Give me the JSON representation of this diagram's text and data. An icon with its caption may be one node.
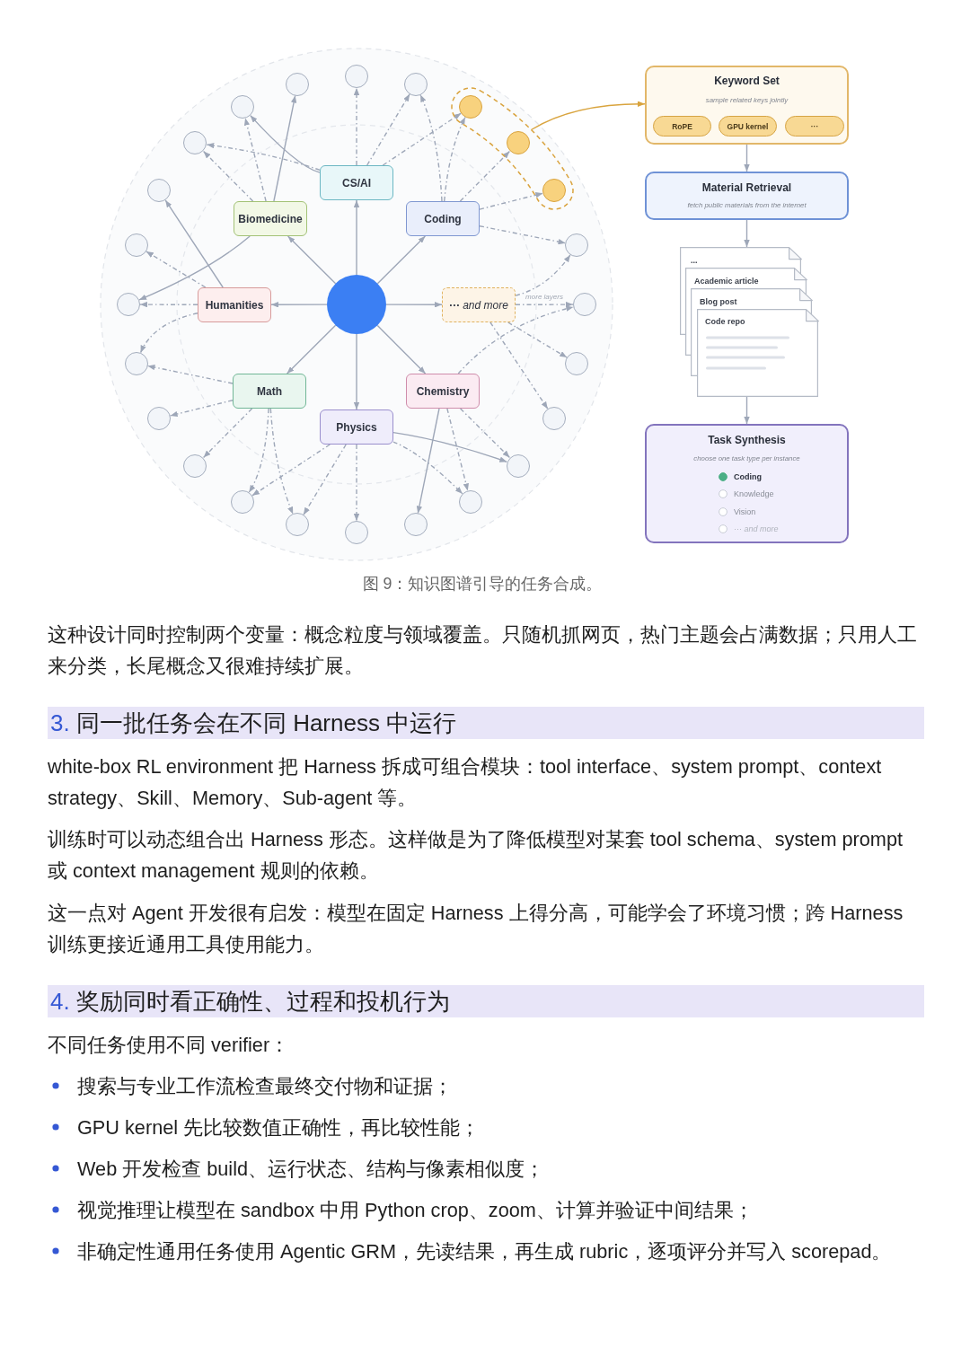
{
  "diagram": {
    "caption": "图 9：知识图谱引导的任务合成。",
    "nodes": [
      {
        "text": [],
        "shape": "circle"
      },
      {
        "text": [
          "CS/AI"
        ]
      },
      {
        "text": [
          "Biomedicine"
        ]
      },
      {
        "text": [
          "Coding"
        ]
      },
      {
        "text": [
          "Humanities"
        ]
      },
      {
        "text": [
          "··· *and more*"
        ]
      },
      {
        "text": [
          "Math"
        ]
      },
      {
        "text": [
          "Chemistry"
        ]
      },
      {
        "text": [
          "Physics"
        ]
      },
      {
        "text": [],
        "shape": "circle"
      },
      {
        "text": [],
        "shape": "circle"
      },
      {
        "text": [],
        "shape": "capsule"
      },
      {
        "text": [],
        "shape": "circle",
        "in": 11
      },
      {
        "text": [],
        "shape": "circle",
        "in": 11
      },
      {
        "text": [],
        "shape": "circle",
        "in": 11
      },
      {
        "text": [],
        "shape": "circle"
      },
      {
        "text": [],
        "shape": "circle"
      },
      {
        "text": [],
        "shape": "circle"
      },
      {
        "text": [],
        "shape": "circle"
      },
      {
        "text": [],
        "shape": "circle"
      },
      {
        "text": [],
        "shape": "circle"
      },
      {
        "text": [],
        "shape": "circle"
      },
      {
        "text": [],
        "shape": "circle"
      },
      {
        "text": [],
        "shape": "circle"
      },
      {
        "text": [],
        "shape": "circle"
      },
      {
        "text": [],
        "shape": "circle"
      },
      {
        "text": [],
        "shape": "circle"
      },
      {
        "text": [],
        "shape": "circle"
      },
      {
        "text": [],
        "shape": "circle"
      },
      {
        "text": [],
        "shape": "circle"
      },
      {
        "text": [],
        "shape": "circle"
      },
      {
        "text": [],
        "shape": "circle"
      },
      {
        "text": [],
        "shape": "circle"
      },
      {
        "text": [],
        "shape": "circle"
      },
      {
        "text": [
          "Keyword Set",
          "sample related keys jointly"
        ]
      },
      {
        "text": [
          "RoPE"
        ],
        "in": 34
      },
      {
        "text": [
          "GPU kernel"
        ],
        "in": 34
      },
      {
        "text": [
          "···"
        ],
        "in": 34
      },
      {
        "text": [
          "Material Retrieval",
          "fetch public materials from the internet"
        ]
      },
      {
        "text": [
          "..."
        ]
      },
      {
        "text": [
          "Academic article"
        ]
      },
      {
        "text": [
          "Blog post"
        ]
      },
      {
        "text": [
          "Code repo"
        ]
      },
      {
        "text": [
          "Task Synthesis",
          "choose one task type per instance",
          "Coding",
          "Knowledge",
          "Vision",
          "··· *and more*"
        ]
      }
    ],
    "edges": [
      {
        "from": 0,
        "to": 1,
        "arrow": "to"
      },
      {
        "from": 0,
        "to": 2,
        "arrow": "to"
      },
      {
        "from": 0,
        "to": 3,
        "arrow": "to"
      },
      {
        "from": 0,
        "to": 4,
        "arrow": "to"
      },
      {
        "from": 0,
        "to": 5,
        "arrow": "to"
      },
      {
        "from": 0,
        "to": 6,
        "arrow": "to"
      },
      {
        "from": 0,
        "to": 7,
        "arrow": "to"
      },
      {
        "from": 0,
        "to": 8,
        "arrow": "to"
      },
      {
        "from": 1,
        "to": 9,
        "arrow": "to",
        "style": "dashed"
      },
      {
        "from": 1,
        "to": 10,
        "arrow": "to",
        "style": "dashed"
      },
      {
        "from": 1,
        "to": 12,
        "arrow": "to",
        "style": "dashed"
      },
      {
        "from": 1,
        "to": 32,
        "arrow": "to"
      },
      {
        "from": 1,
        "to": 31,
        "arrow": "to",
        "style": "dashed"
      },
      {
        "from": 2,
        "to": 33,
        "arrow": "to"
      },
      {
        "from": 2,
        "to": 32,
        "arrow": "to",
        "style": "dashed"
      },
      {
        "from": 2,
        "to": 31,
        "arrow": "to",
        "style": "dashed"
      },
      {
        "from": 2,
        "to": 28,
        "arrow": "to"
      },
      {
        "from": 3,
        "to": 10,
        "arrow": "to",
        "style": "dashed"
      },
      {
        "from": 3,
        "to": 12,
        "arrow": "to",
        "style": "dashed"
      },
      {
        "from": 3,
        "to": 13,
        "arrow": "to",
        "style": "dashed"
      },
      {
        "from": 3,
        "to": 14,
        "arrow": "to",
        "style": "dashed"
      },
      {
        "from": 3,
        "to": 15,
        "arrow": "to",
        "style": "dashed"
      },
      {
        "from": 4,
        "to": 30,
        "arrow": "to"
      },
      {
        "from": 4,
        "to": 29,
        "arrow": "to",
        "style": "dashed"
      },
      {
        "from": 4,
        "to": 28,
        "arrow": "to",
        "style": "dashed"
      },
      {
        "from": 4,
        "to": 27,
        "arrow": "to",
        "style": "dashed"
      },
      {
        "from": 5,
        "to": 16,
        "arrow": "to",
        "style": "dashed",
        "label": "more layers"
      },
      {
        "from": 5,
        "to": 17,
        "arrow": "to",
        "style": "dashed"
      },
      {
        "from": 5,
        "to": 18,
        "arrow": "to",
        "style": "dashed"
      },
      {
        "from": 5,
        "to": 15,
        "arrow": "to",
        "style": "dashed"
      },
      {
        "from": 6,
        "to": 27,
        "arrow": "to",
        "style": "dashed"
      },
      {
        "from": 6,
        "to": 26,
        "arrow": "to",
        "style": "dashed"
      },
      {
        "from": 6,
        "to": 25,
        "arrow": "to",
        "style": "dashed"
      },
      {
        "from": 6,
        "to": 24,
        "arrow": "to",
        "style": "dashed"
      },
      {
        "from": 6,
        "to": 23,
        "arrow": "to",
        "style": "dashed"
      },
      {
        "from": 7,
        "to": 21,
        "arrow": "to"
      },
      {
        "from": 7,
        "to": 20,
        "arrow": "to",
        "style": "dashed"
      },
      {
        "from": 7,
        "to": 19,
        "arrow": "to",
        "style": "dashed"
      },
      {
        "from": 7,
        "to": 16,
        "arrow": "to",
        "style": "dashed"
      },
      {
        "from": 8,
        "to": 24,
        "arrow": "to",
        "style": "dashed"
      },
      {
        "from": 8,
        "to": 23,
        "arrow": "to",
        "style": "dashed"
      },
      {
        "from": 8,
        "to": 22,
        "arrow": "to",
        "style": "dashed"
      },
      {
        "from": 8,
        "to": 20,
        "arrow": "to",
        "style": "dashed"
      },
      {
        "from": 8,
        "to": 19,
        "arrow": "to"
      },
      {
        "from": 11,
        "to": 34,
        "arrow": "to",
        "color": "#d9a43e"
      },
      {
        "from": 34,
        "to": 38,
        "arrow": "to"
      },
      {
        "from": 38,
        "to": 39,
        "arrow": "to"
      },
      {
        "from": 42,
        "to": 43,
        "arrow": "to"
      }
    ],
    "labels": [
      "这种设计同时控制两个变量：概念粒度与领域覆盖。只随机抓网页，热门主题会占满数据；只用人工来分类，长尾概念又很难持续扩展。",
      "3. 同一批任务会在不同 Harness 中运行",
      "white-box RL environment 把 Harness 拆成可组合模块：tool interface、system prompt、context strategy、Skill、Memory、Sub-agent 等。",
      "训练时可以动态组合出 Harness 形态。这样做是为了降低模型对某套 tool schema、system prompt 或 context management 规则的依赖。",
      "这一点对 Agent 开发很有启发：模型在固定 Harness 上得分高，可能学会了环境习惯；跨 Harness 训练更接近通用工具使用能力。",
      "4. 奖励同时看正确性、过程和投机行为",
      "不同任务使用不同 verifier：",
      "搜索与专业工作流检查最终交付物和证据；",
      "GPU kernel 先比较数值正确性，再比较性能；",
      "Web 开发检查 build、运行状态、结构与像素相似度；",
      "视觉推理让模型在 sandbox 中用 Python crop、zoom、计算并验证中间结果；",
      "非确定性通用任务使用 Agentic GRM，先读结果，再生成 rubric，逐项评分并写入 scorepad。"
    ]
  }
}
